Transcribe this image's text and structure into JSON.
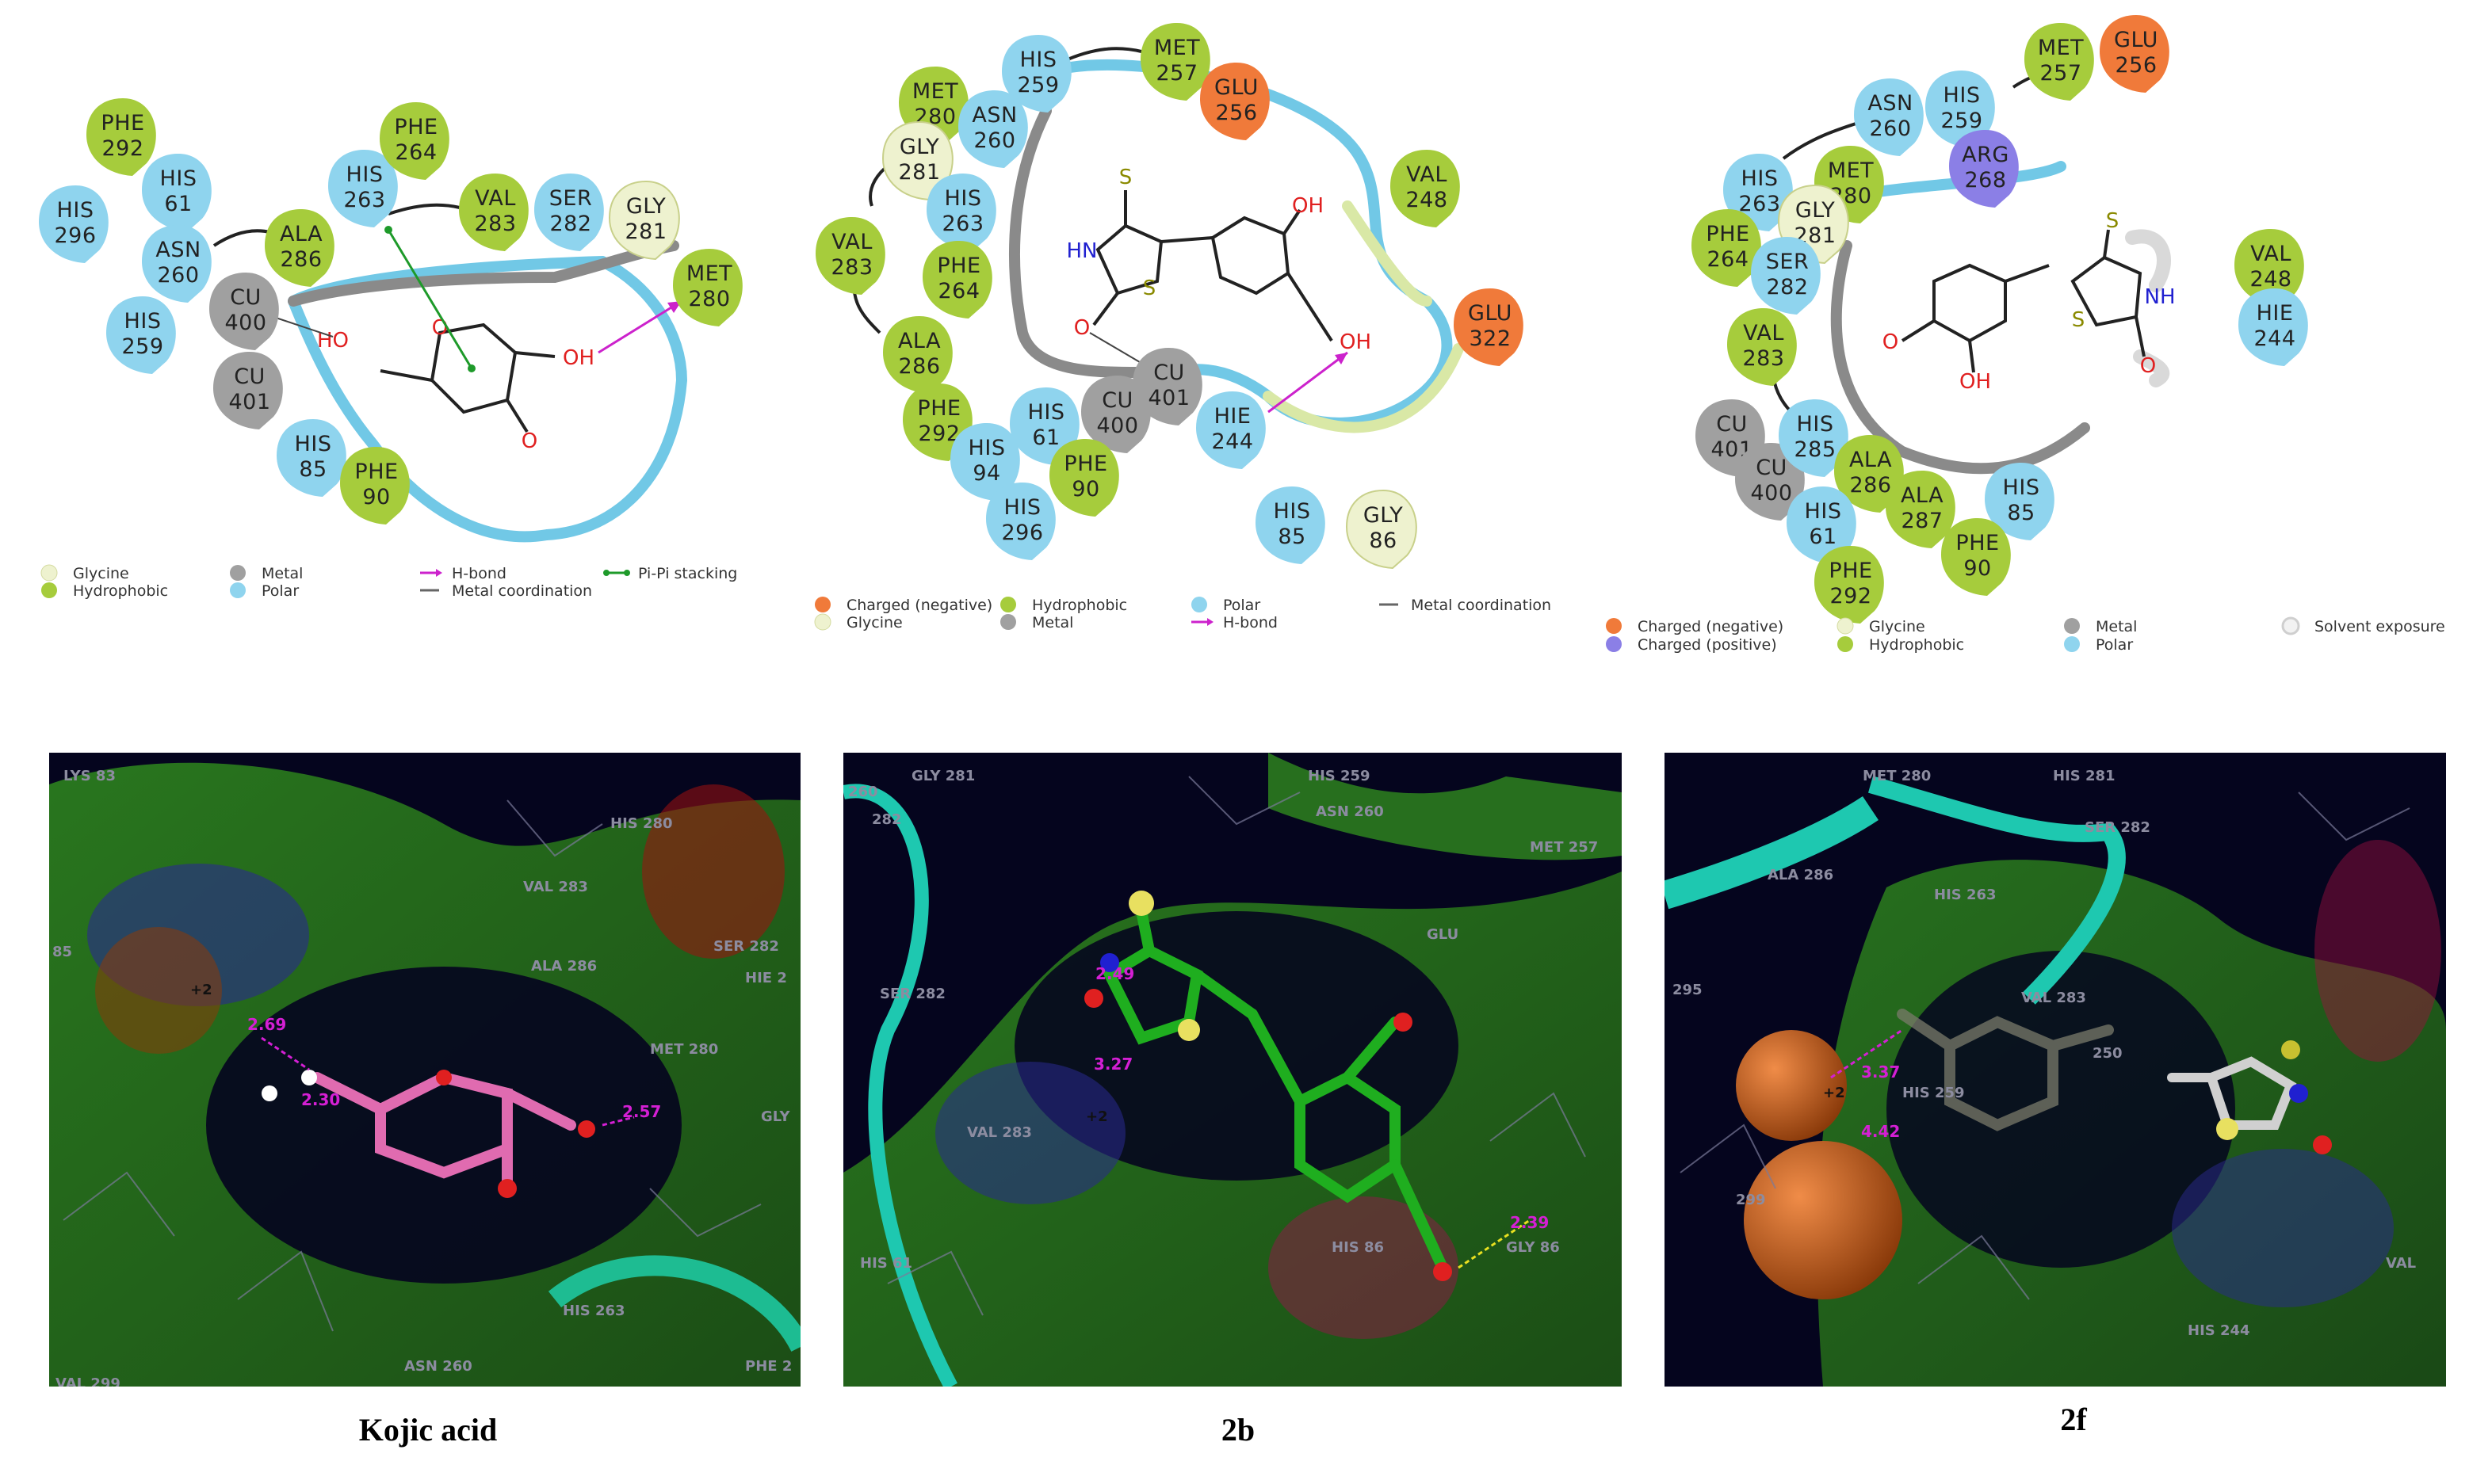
{
  "panels": [
    {
      "residues": [
        {
          "name": "PHE",
          "num": "292",
          "type": "hydrophobic"
        },
        {
          "name": "HIS",
          "num": "61",
          "type": "polar"
        },
        {
          "name": "HIS",
          "num": "296",
          "type": "polar"
        },
        {
          "name": "ASN",
          "num": "260",
          "type": "polar"
        },
        {
          "name": "HIS",
          "num": "259",
          "type": "polar"
        },
        {
          "name": "CU",
          "num": "400",
          "type": "metal"
        },
        {
          "name": "CU",
          "num": "401",
          "type": "metal"
        },
        {
          "name": "HIS",
          "num": "85",
          "type": "polar"
        },
        {
          "name": "PHE",
          "num": "90",
          "type": "hydrophobic"
        },
        {
          "name": "ALA",
          "num": "286",
          "type": "hydrophobic"
        },
        {
          "name": "HIS",
          "num": "263",
          "type": "polar"
        },
        {
          "name": "PHE",
          "num": "264",
          "type": "hydrophobic"
        },
        {
          "name": "VAL",
          "num": "283",
          "type": "hydrophobic"
        },
        {
          "name": "SER",
          "num": "282",
          "type": "polar"
        },
        {
          "name": "GLY",
          "num": "281",
          "type": "glycine"
        },
        {
          "name": "MET",
          "num": "280",
          "type": "hydrophobic"
        }
      ],
      "atoms": [
        "HO",
        "O",
        "OH",
        "O"
      ],
      "legend": [
        {
          "label": "Glycine",
          "kind": "glycine"
        },
        {
          "label": "Hydrophobic",
          "kind": "hydrophobic"
        },
        {
          "label": "Metal",
          "kind": "metal"
        },
        {
          "label": "Polar",
          "kind": "polar"
        },
        {
          "label": "H-bond",
          "kind": "hbond"
        },
        {
          "label": "Metal coordination",
          "kind": "metalcoord"
        },
        {
          "label": "Pi-Pi stacking",
          "kind": "pipi"
        }
      ],
      "render_labels": [
        "LYS 83",
        "HIS 280",
        "VAL 283",
        "ALA 286",
        "SER 282",
        "HIE 2",
        "+2",
        "MET 280",
        "GLY",
        "HIS 263",
        "ASN 260",
        "PHE 2",
        "VAL 299",
        "85"
      ],
      "distances": [
        "2.69",
        "2.30",
        "2.57"
      ],
      "caption": "Kojic acid"
    },
    {
      "residues": [
        {
          "name": "MET",
          "num": "257",
          "type": "hydrophobic"
        },
        {
          "name": "GLU",
          "num": "256",
          "type": "negative"
        },
        {
          "name": "HIS",
          "num": "259",
          "type": "polar"
        },
        {
          "name": "MET",
          "num": "280",
          "type": "hydrophobic"
        },
        {
          "name": "ASN",
          "num": "260",
          "type": "polar"
        },
        {
          "name": "GLY",
          "num": "281",
          "type": "glycine"
        },
        {
          "name": "HIS",
          "num": "263",
          "type": "polar"
        },
        {
          "name": "VAL",
          "num": "283",
          "type": "hydrophobic"
        },
        {
          "name": "PHE",
          "num": "264",
          "type": "hydrophobic"
        },
        {
          "name": "ALA",
          "num": "286",
          "type": "hydrophobic"
        },
        {
          "name": "PHE",
          "num": "292",
          "type": "hydrophobic"
        },
        {
          "name": "HIS",
          "num": "94",
          "type": "polar"
        },
        {
          "name": "HIS",
          "num": "61",
          "type": "polar"
        },
        {
          "name": "CU",
          "num": "400",
          "type": "metal"
        },
        {
          "name": "CU",
          "num": "401",
          "type": "metal"
        },
        {
          "name": "PHE",
          "num": "90",
          "type": "hydrophobic"
        },
        {
          "name": "HIS",
          "num": "296",
          "type": "polar"
        },
        {
          "name": "HIE",
          "num": "244",
          "type": "polar"
        },
        {
          "name": "VAL",
          "num": "248",
          "type": "hydrophobic"
        },
        {
          "name": "GLU",
          "num": "322",
          "type": "negative"
        },
        {
          "name": "HIS",
          "num": "85",
          "type": "polar"
        },
        {
          "name": "GLY",
          "num": "86",
          "type": "glycine"
        }
      ],
      "atoms": [
        "S",
        "HN",
        "O",
        "S",
        "OH",
        "OH"
      ],
      "legend": [
        {
          "label": "Charged (negative)",
          "kind": "negative"
        },
        {
          "label": "Glycine",
          "kind": "glycine"
        },
        {
          "label": "Hydrophobic",
          "kind": "hydrophobic"
        },
        {
          "label": "Metal",
          "kind": "metal"
        },
        {
          "label": "Polar",
          "kind": "polar"
        },
        {
          "label": "H-bond",
          "kind": "hbond"
        },
        {
          "label": "Metal coordination",
          "kind": "metalcoord"
        }
      ],
      "render_labels": [
        "GLY 281",
        "HIS 259",
        "ASN 260",
        "MET 257",
        "SER 282",
        "GLU",
        "VAL 283",
        "+2",
        "HIS 86",
        "GLY 86",
        "HIS 61",
        "260",
        "282"
      ],
      "distances": [
        "2.49",
        "3.27",
        "2.39"
      ],
      "caption": "2b"
    },
    {
      "residues": [
        {
          "name": "MET",
          "num": "257",
          "type": "hydrophobic"
        },
        {
          "name": "GLU",
          "num": "256",
          "type": "negative"
        },
        {
          "name": "ASN",
          "num": "260",
          "type": "polar"
        },
        {
          "name": "HIS",
          "num": "259",
          "type": "polar"
        },
        {
          "name": "ARG",
          "num": "268",
          "type": "positive"
        },
        {
          "name": "HIS",
          "num": "263",
          "type": "polar"
        },
        {
          "name": "MET",
          "num": "280",
          "type": "hydrophobic"
        },
        {
          "name": "GLY",
          "num": "281",
          "type": "glycine"
        },
        {
          "name": "PHE",
          "num": "264",
          "type": "hydrophobic"
        },
        {
          "name": "SER",
          "num": "282",
          "type": "polar"
        },
        {
          "name": "VAL",
          "num": "283",
          "type": "hydrophobic"
        },
        {
          "name": "CU",
          "num": "401",
          "type": "metal"
        },
        {
          "name": "CU",
          "num": "400",
          "type": "metal"
        },
        {
          "name": "HIS",
          "num": "285",
          "type": "polar"
        },
        {
          "name": "ALA",
          "num": "286",
          "type": "hydrophobic"
        },
        {
          "name": "ALA",
          "num": "287",
          "type": "hydrophobic"
        },
        {
          "name": "HIS",
          "num": "61",
          "type": "polar"
        },
        {
          "name": "HIS",
          "num": "85",
          "type": "polar"
        },
        {
          "name": "PHE",
          "num": "90",
          "type": "hydrophobic"
        },
        {
          "name": "PHE",
          "num": "292",
          "type": "hydrophobic"
        },
        {
          "name": "VAL",
          "num": "248",
          "type": "hydrophobic"
        },
        {
          "name": "HIE",
          "num": "244",
          "type": "polar"
        }
      ],
      "atoms": [
        "S",
        "NH",
        "O",
        "S",
        "O",
        "OH"
      ],
      "legend": [
        {
          "label": "Charged (negative)",
          "kind": "negative"
        },
        {
          "label": "Charged (positive)",
          "kind": "positive"
        },
        {
          "label": "Glycine",
          "kind": "glycine"
        },
        {
          "label": "Hydrophobic",
          "kind": "hydrophobic"
        },
        {
          "label": "Metal",
          "kind": "metal"
        },
        {
          "label": "Polar",
          "kind": "polar"
        },
        {
          "label": "Solvent exposure",
          "kind": "solvent"
        }
      ],
      "render_labels": [
        "MET 280",
        "HIS 281",
        "SER 282",
        "ALA 286",
        "HIS 263",
        "VAL 283",
        "295",
        "+2",
        "HIS 259",
        "299",
        "HIS 244",
        "250",
        "VAL"
      ],
      "distances": [
        "3.37",
        "4.42"
      ],
      "caption": "2f"
    }
  ],
  "colors": {
    "hydrophobic": "#a6cc3c",
    "polar": "#8fd4ee",
    "metal": "#a0a0a0",
    "glycine": "#eef2cf",
    "negative": "#f07a3a",
    "positive": "#8b7fe6",
    "hbond": "#cc22cc",
    "pipi": "#1e9a2a",
    "pocket_polar": "#71c8e6",
    "pocket_hydrophobic": "#8a8a8a",
    "render_bg": "#05051e"
  }
}
